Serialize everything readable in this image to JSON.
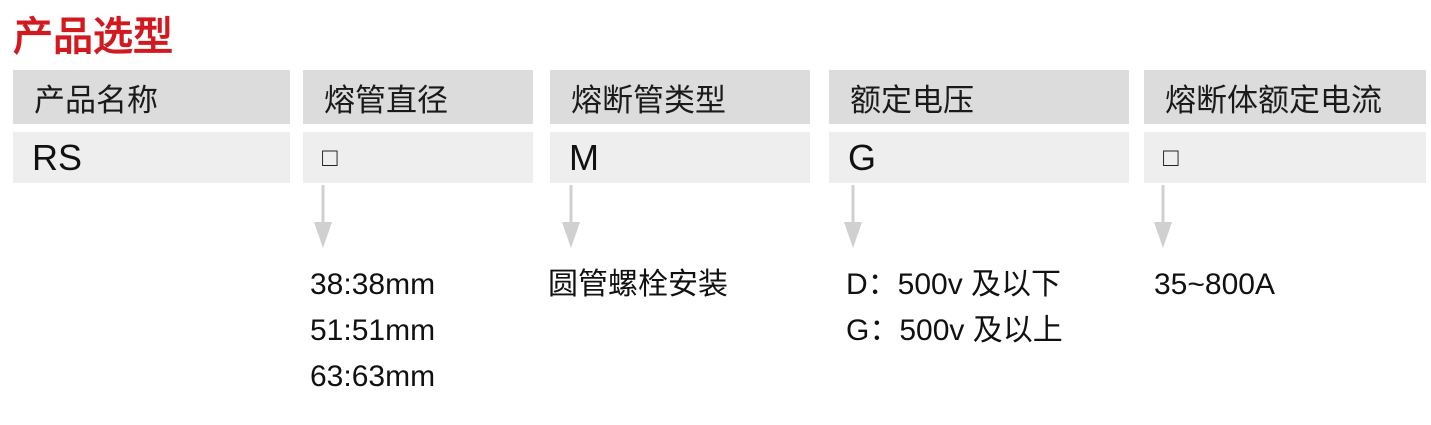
{
  "page": {
    "title": "产品选型"
  },
  "table": {
    "columns": [
      {
        "id": "product-name",
        "header": "产品名称",
        "code": "RS",
        "options": []
      },
      {
        "id": "tube-diameter",
        "header": "熔管直径",
        "code": "□",
        "options": [
          "38:38mm",
          "51:51mm",
          "63:63mm"
        ]
      },
      {
        "id": "fuse-tube-type",
        "header": "熔断管类型",
        "code": "M",
        "options": [
          "圆管螺栓安装"
        ]
      },
      {
        "id": "rated-voltage",
        "header": "额定电压",
        "code": "G",
        "options": [
          "D：500v 及以下",
          "G：500v 及以上"
        ]
      },
      {
        "id": "fuse-rated-current",
        "header": "熔断体额定电流",
        "code": "□",
        "options": [
          "35~800A"
        ]
      }
    ]
  },
  "colors": {
    "title_red": "#d2191f",
    "header_bg": "#dcdcdc",
    "value_bg": "#eeeeee",
    "arrow_gray": "#d0d0d0",
    "text": "#111111"
  },
  "icons": {
    "down_arrow": "down-arrow-icon"
  }
}
